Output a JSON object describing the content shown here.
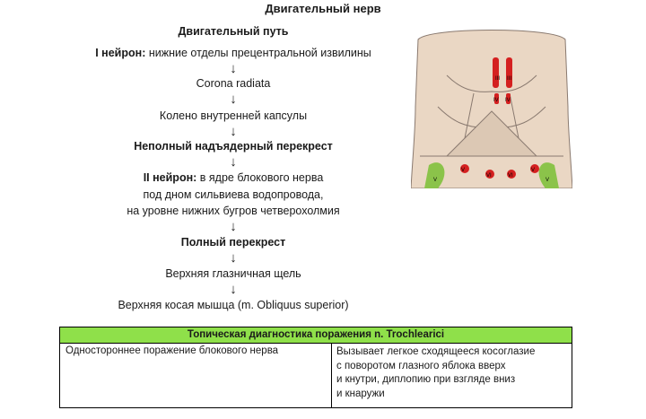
{
  "page_title": "Двигательный нерв",
  "pathway": {
    "heading": "Двигательный путь",
    "arrow": "↓",
    "neuron1_label": "I нейрон:",
    "neuron1_text": " нижние отделы прецентральной извилины",
    "step_corona": "Corona radiata",
    "step_genu": "Колено внутренней капсулы",
    "step_partial_decussation": "Неполный надъядерный перекрест",
    "neuron2_label": "II нейрон:",
    "neuron2_text": " в ядре блокового нерва",
    "neuron2_line2": "под дном сильвиева водопровода,",
    "neuron2_line3": "на уровне нижних бугров четверохолмия",
    "step_full_decussation": "Полный перекрест",
    "step_fissure": "Верхняя глазничная щель",
    "step_muscle": "Верхняя косая мышца (m. Obliquus superior)"
  },
  "illustration": {
    "labels": [
      "III",
      "III",
      "IV",
      "IV",
      "V",
      "V",
      "VI",
      "VI",
      "V",
      "V"
    ],
    "colors": {
      "tissue": "#ead7c4",
      "outline": "#8a7a70",
      "nucleus": "#d42020",
      "green": "#8bc34a"
    }
  },
  "table": {
    "header": "Топическая диагностика поражения n. Trochlearici",
    "left_cell": "Одностороннее поражение блокового нерва",
    "right_lines": [
      "Вызывает легкое сходящееся косоглазие",
      "с поворотом глазного яблока вверх",
      "и кнутри, диплопию при взгляде вниз",
      "и кнаружи"
    ],
    "header_color": "#8fe04a"
  }
}
